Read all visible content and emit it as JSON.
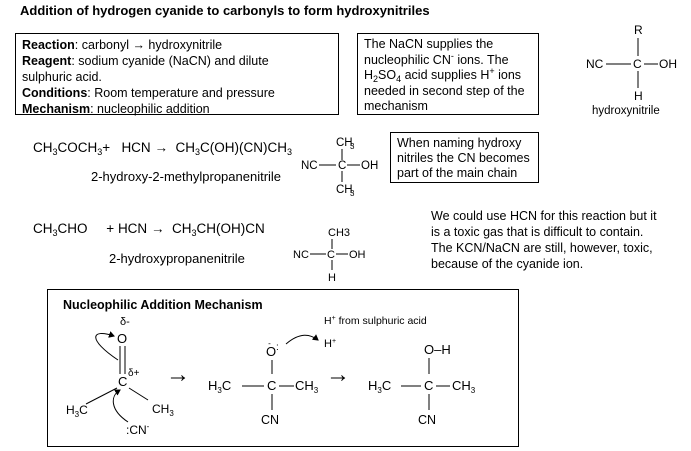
{
  "title": "Addition of hydrogen cyanide to carbonyls to form hydroxynitriles",
  "info_box": {
    "reaction_label": "Reaction",
    "reaction_value": ": carbonyl → hydroxynitrile",
    "reagent_label": "Reagent",
    "reagent_value_1": ": sodium cyanide (NaCN) and dilute",
    "reagent_value_2": "sulphuric acid.",
    "conditions_label": "Conditions",
    "conditions_value": ": Room temperature and pressure",
    "mechanism_label": "Mechanism",
    "mechanism_value": ": nucleophilic addition"
  },
  "nacn_box": {
    "line1": "The NaCN supplies the",
    "line2_a": "nucleophilic CN",
    "line2_sup": "-",
    "line2_b": " ions. The",
    "line3_a": "H",
    "line3_sub": "2",
    "line3_b": "SO",
    "line3_sub2": "4",
    "line3_c": " acid supplies H",
    "line3_sup": "+",
    "line3_d": " ions",
    "line4": "needed in second step of the",
    "line5": "mechanism"
  },
  "general_structure": {
    "r": "R",
    "nc": "NC",
    "c": "C",
    "oh": "OH",
    "h": "H",
    "name": "hydroxynitrile"
  },
  "example1": {
    "reactant_a": "CH",
    "reactant_sub1": "3",
    "reactant_b": "COCH",
    "reactant_sub2": "3",
    "plus": "+",
    "hcn": "HCN",
    "arrow": "→",
    "product_a": "CH",
    "product_sub1": "3",
    "product_b": "C(OH)(CN)CH",
    "product_sub2": "3",
    "name": "2-hydroxy-2-methylpropanenitrile",
    "struct_top": "CH",
    "struct_top_sub": "3",
    "struct_nc": "NC",
    "struct_c": "C",
    "struct_oh": "OH",
    "struct_bottom": "CH",
    "struct_bottom_sub": "3"
  },
  "naming_box": {
    "line1": "When naming hydroxy",
    "line2": "nitriles the CN becomes",
    "line3": "part of the main chain"
  },
  "example2": {
    "reactant_a": "CH",
    "reactant_sub1": "3",
    "reactant_b": "CHO",
    "plus": "+",
    "hcn": "HCN",
    "arrow": "→",
    "product_a": "CH",
    "product_sub1": "3",
    "product_b": "CH(OH)CN",
    "name": "2-hydroxypropanenitrile",
    "struct_top": "CH3",
    "struct_nc": "NC",
    "struct_c": "C",
    "struct_oh": "OH",
    "struct_bottom": "H"
  },
  "toxic_note": {
    "line1": "We could use HCN for this reaction but it",
    "line2": "is a toxic gas that is difficult to contain.",
    "line3": "The KCN/NaCN are still, however, toxic,",
    "line4": "because of the cyanide ion."
  },
  "mechanism": {
    "title": "Nucleophilic Addition Mechanism",
    "delta_minus": "δ-",
    "delta_plus": "δ+",
    "o": "O",
    "c": "C",
    "h3c": "H",
    "h3c_sub": "3",
    "h3c_c": "C",
    "ch3": "CH",
    "ch3_sub": "3",
    "cn_nuc": ":CN",
    "cn_nuc_sup": "-",
    "arrow": "→",
    "h_plus_note_a": "H",
    "h_plus_note_sup": "+",
    "h_plus_note_b": "  from sulphuric acid",
    "h_plus": "H",
    "h_plus_sup": "+",
    "cn": "CN",
    "oh": "O–H",
    "int_o": "O",
    "int_o_sup": "-"
  }
}
